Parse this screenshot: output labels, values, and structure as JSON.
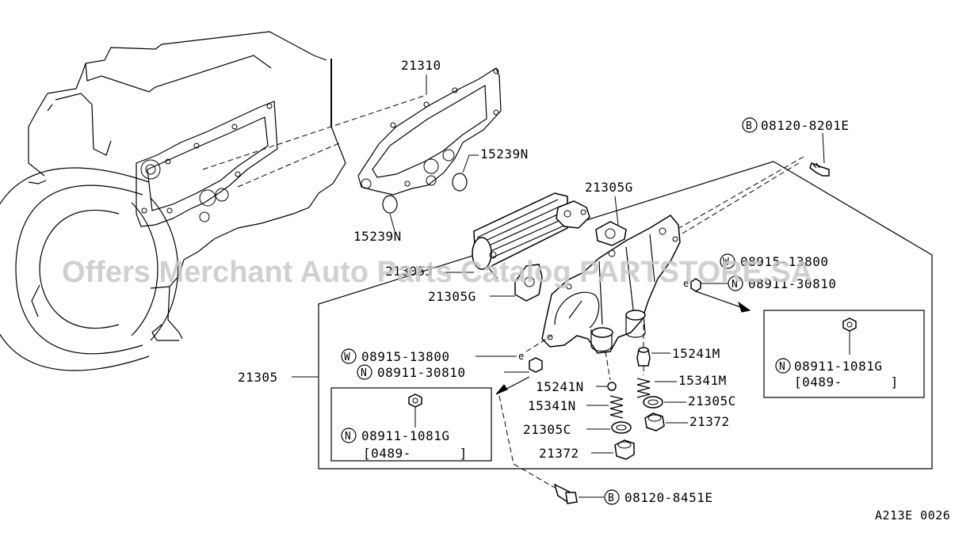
{
  "watermark": "Offers Merchant Auto Parts Catalog PARTSTORE.SA",
  "figure_code": "A213E 0026",
  "labels": {
    "p21310": "21310",
    "p15239n_top": "15239N",
    "p15239n_bot": "15239N",
    "p21305g_top": "21305G",
    "p21305j": "21305J",
    "p21305g_mid": "21305G",
    "p21305": "21305",
    "w_upper_code": "08915-13800",
    "n_upper_code": "08911-30810",
    "b_top_code": "08120-8201E",
    "w_lower_code": "08915-13800",
    "n_lower_code": "08911-30810",
    "p15241m": "15241M",
    "p15341m": "15341M",
    "p21305c_right": "21305C",
    "p21372_right": "21372",
    "p15241n": "15241N",
    "p15341n": "15341N",
    "p21305c_left": "21305C",
    "p21372_left": "21372",
    "b_bottom_code": "08120-8451E"
  },
  "badges": {
    "w": "W",
    "n": "N",
    "b": "B"
  },
  "inset_right": {
    "code": "08911-1081G",
    "range": "[0489-      ]"
  },
  "inset_left": {
    "code": "08911-1081G",
    "range": "[0489-      ]"
  }
}
